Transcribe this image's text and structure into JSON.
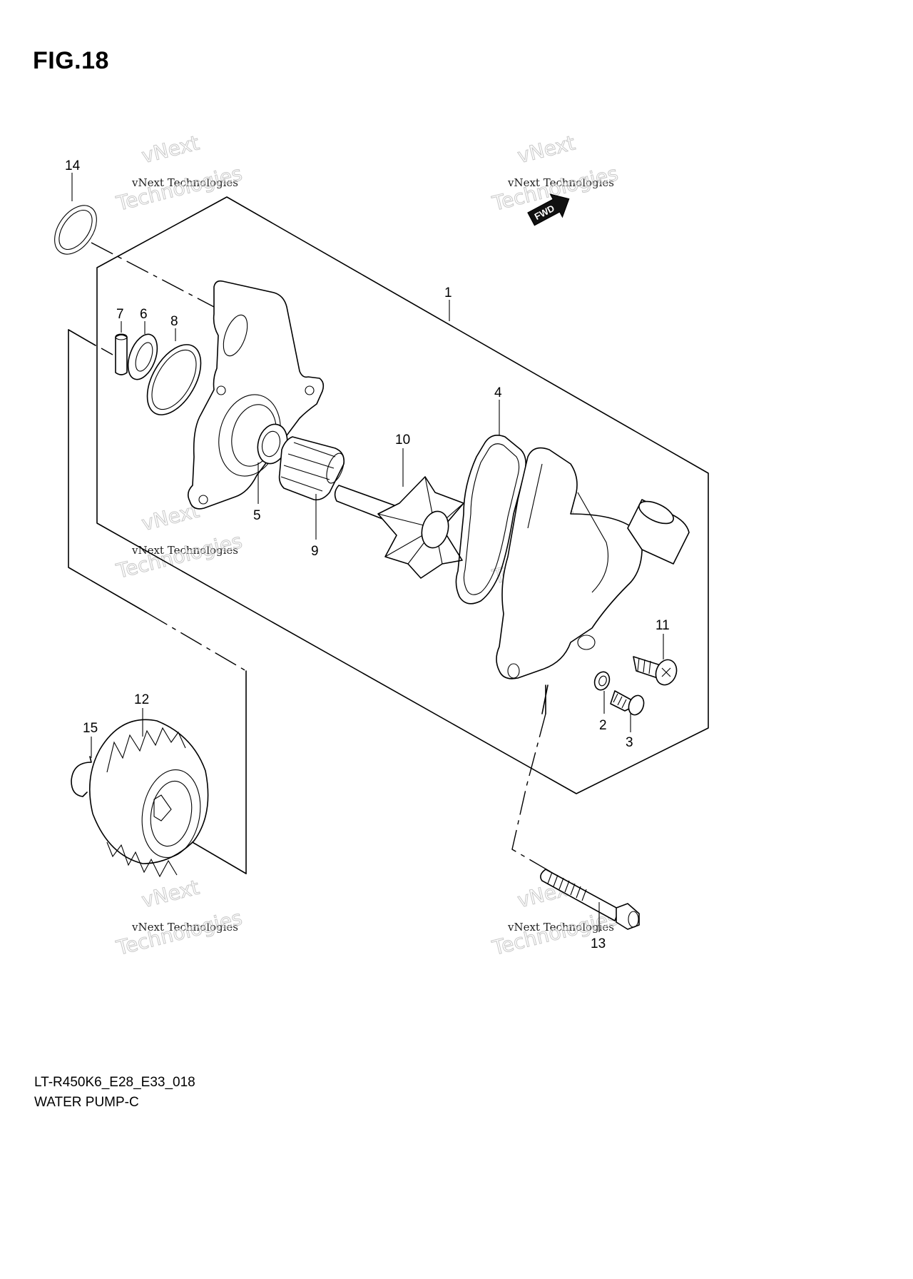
{
  "figure": {
    "title": "FIG.18",
    "model_code": "LT-R450K6_E28_E33_018",
    "section_title": "WATER PUMP-C"
  },
  "fwd_label": "FWD",
  "watermark": {
    "line1": "vNext Technologies",
    "overlay_top": "vNext",
    "overlay_bottom": "Technologies"
  },
  "callouts": [
    {
      "id": "callout-1",
      "label": "1"
    },
    {
      "id": "callout-2",
      "label": "2"
    },
    {
      "id": "callout-3",
      "label": "3"
    },
    {
      "id": "callout-4",
      "label": "4"
    },
    {
      "id": "callout-5",
      "label": "5"
    },
    {
      "id": "callout-6",
      "label": "6"
    },
    {
      "id": "callout-7",
      "label": "7"
    },
    {
      "id": "callout-8",
      "label": "8"
    },
    {
      "id": "callout-9",
      "label": "9"
    },
    {
      "id": "callout-10",
      "label": "10"
    },
    {
      "id": "callout-11",
      "label": "11"
    },
    {
      "id": "callout-12",
      "label": "12"
    },
    {
      "id": "callout-13",
      "label": "13"
    },
    {
      "id": "callout-14",
      "label": "14"
    },
    {
      "id": "callout-15",
      "label": "15"
    }
  ]
}
